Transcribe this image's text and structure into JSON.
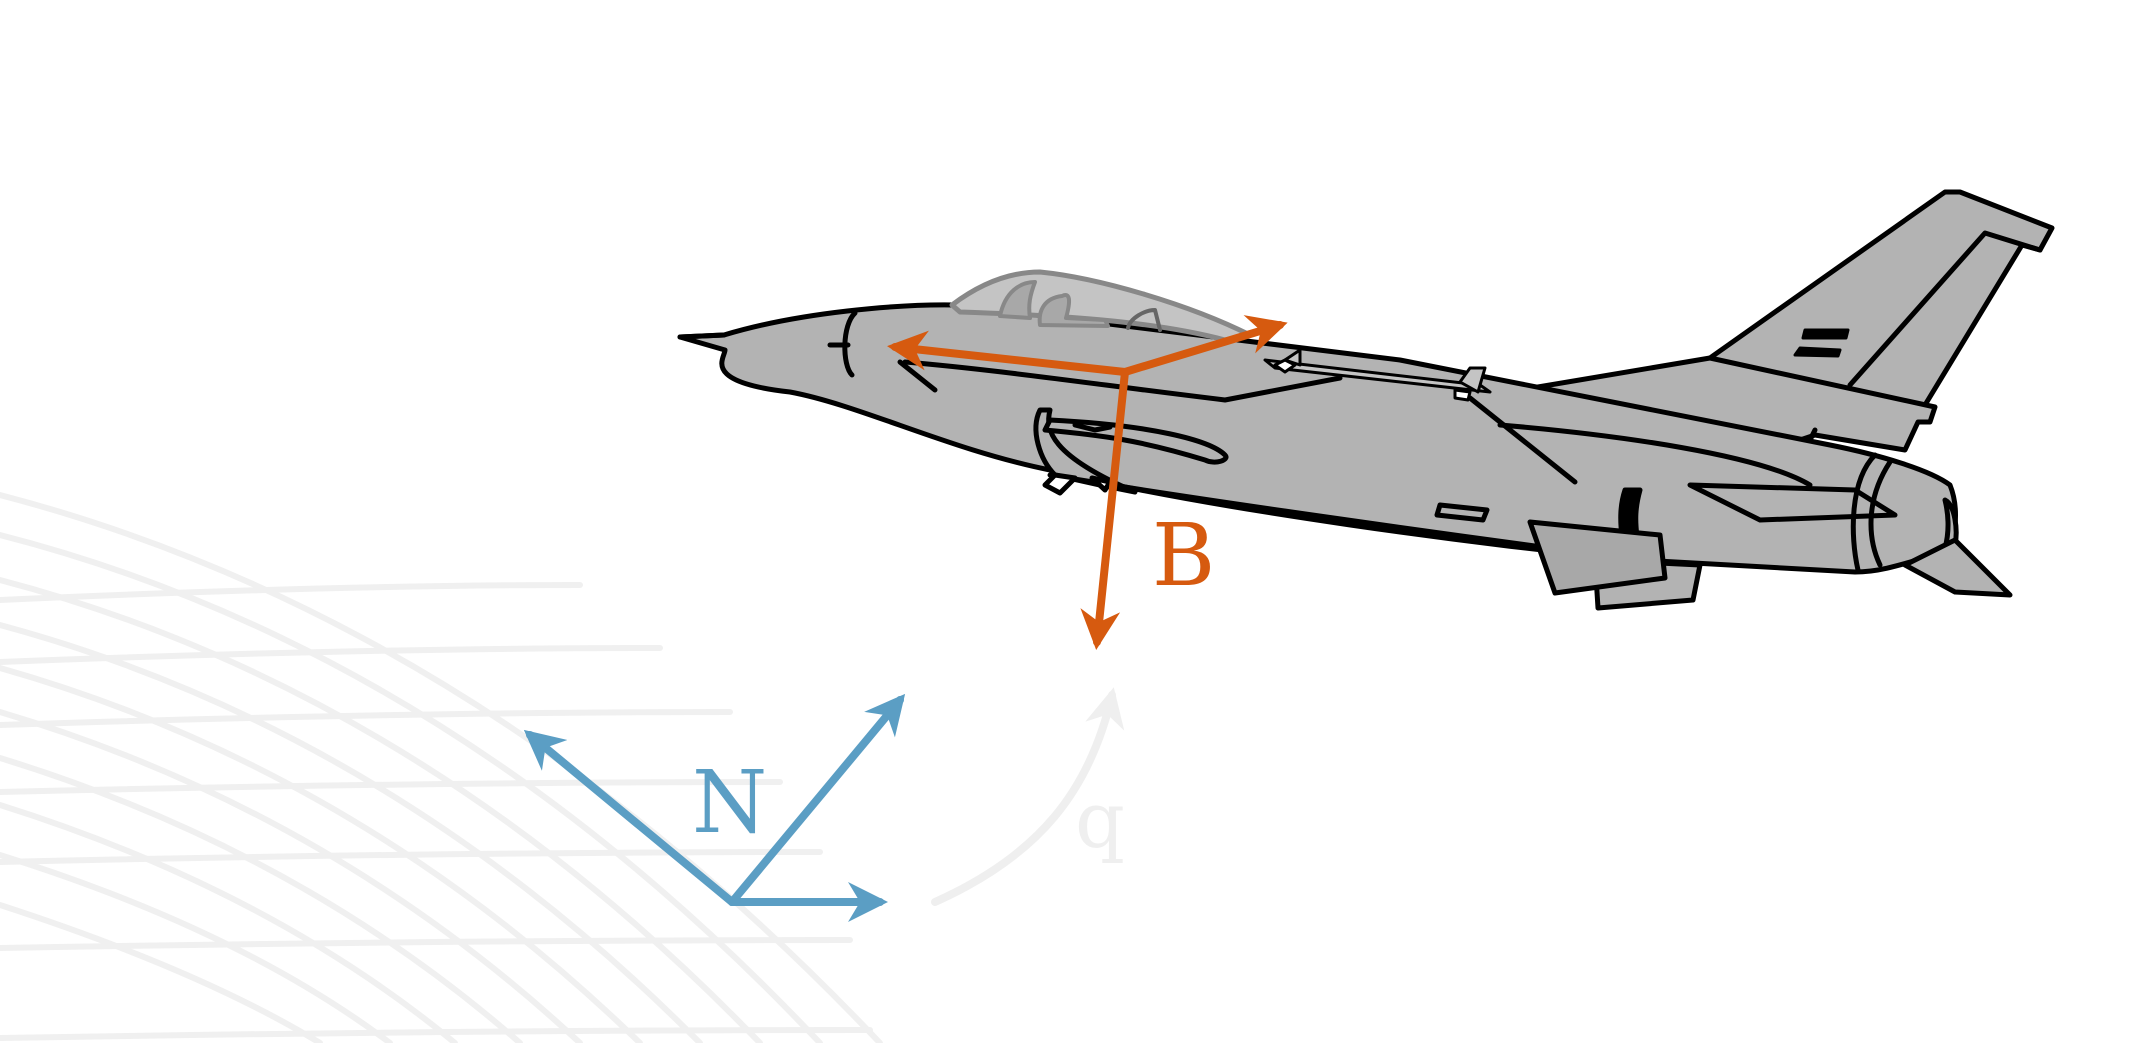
{
  "labels": {
    "body_frame": "B",
    "nav_frame": "N",
    "rotation": "q"
  },
  "colors": {
    "body_frame": "#d65a0f",
    "nav_frame": "#5b9ec4",
    "rotation_arc": "#efefef",
    "globe_grid": "#f0f0f0",
    "aircraft_fill": "#b3b3b3",
    "aircraft_canopy": "#c4c4c4",
    "aircraft_outline": "#000000"
  }
}
